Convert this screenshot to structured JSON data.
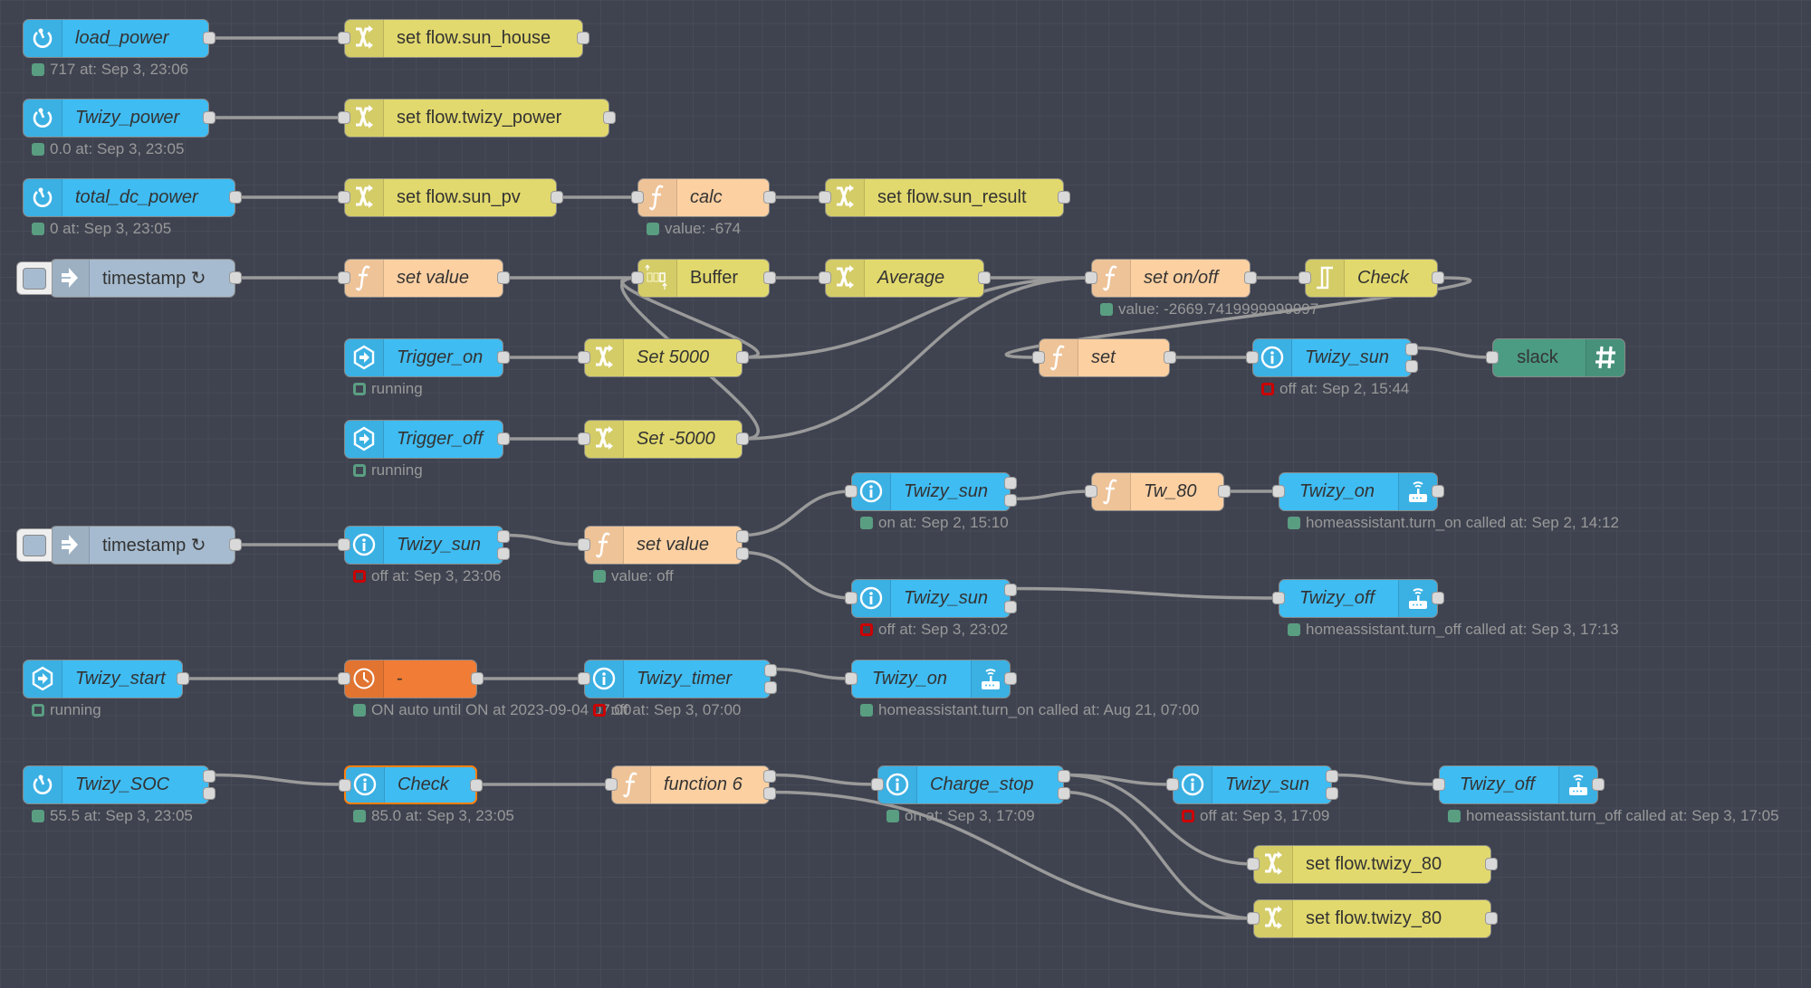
{
  "app": "Node-RED flow editor",
  "colors": {
    "canvas": "#3f4350",
    "sensor": "#3fbcf2",
    "change": "#e2d96e",
    "function": "#fdd0a2",
    "inject": "#a6bbcf",
    "slack": "#4c9b83",
    "timer": "#f07c35",
    "status_green": "#5a9e82",
    "status_red": "#cc0000",
    "selected_border": "#ff7f0e"
  },
  "nodes": {
    "load_power": {
      "label": "load_power",
      "icon": "sensor-icon",
      "status": "717 at: Sep 3, 23:06",
      "status_type": "green-fill"
    },
    "set_sun_house": {
      "label": "set flow.sun_house",
      "icon": "shuffle-icon"
    },
    "twizy_power": {
      "label": "Twizy_power",
      "icon": "sensor-icon",
      "status": "0.0 at: Sep 3, 23:05",
      "status_type": "green-fill"
    },
    "set_twizy_power": {
      "label": "set flow.twizy_power",
      "icon": "shuffle-icon"
    },
    "total_dc_power": {
      "label": "total_dc_power",
      "icon": "sensor-icon",
      "status": "0 at: Sep 3, 23:05",
      "status_type": "green-fill"
    },
    "set_sun_pv": {
      "label": "set flow.sun_pv",
      "icon": "shuffle-icon"
    },
    "calc": {
      "label": "calc",
      "icon": "function-icon",
      "status": "value: -674",
      "status_type": "green-fill"
    },
    "set_sun_result": {
      "label": "set flow.sun_result",
      "icon": "shuffle-icon"
    },
    "timestamp1": {
      "label": "timestamp ↻",
      "icon": "inject-arrow-icon"
    },
    "set_value1": {
      "label": "set value",
      "icon": "function-icon"
    },
    "buffer": {
      "label": "Buffer",
      "icon": "buffer-icon"
    },
    "average": {
      "label": "Average",
      "icon": "shuffle-icon"
    },
    "set_onoff": {
      "label": "set on/off",
      "icon": "function-icon",
      "status": "value: -2669.7419999999997",
      "status_type": "green-fill"
    },
    "check1": {
      "label": "Check",
      "icon": "hysteresis-icon"
    },
    "trigger_on": {
      "label": "Trigger_on",
      "icon": "trigger-icon",
      "status": "running",
      "status_type": "green-ring"
    },
    "set_5000": {
      "label": "Set 5000",
      "icon": "shuffle-icon"
    },
    "set_fn": {
      "label": "set",
      "icon": "function-icon"
    },
    "twizy_sun1": {
      "label": "Twizy_sun",
      "icon": "info-icon",
      "status": "off at: Sep 2, 15:44",
      "status_type": "red-ring"
    },
    "slack": {
      "label": "slack",
      "icon": "hash-icon"
    },
    "trigger_off": {
      "label": "Trigger_off",
      "icon": "trigger-icon",
      "status": "running",
      "status_type": "green-ring"
    },
    "set_neg5000": {
      "label": "Set -5000",
      "icon": "shuffle-icon"
    },
    "twizy_sun2": {
      "label": "Twizy_sun",
      "icon": "info-icon",
      "status": "on at: Sep 2, 15:10",
      "status_type": "green-fill"
    },
    "tw_80": {
      "label": "Tw_80",
      "icon": "function-icon"
    },
    "twizy_on1": {
      "label": "Twizy_on",
      "icon": "router-icon",
      "status": "homeassistant.turn_on called at: Sep 2, 14:12",
      "status_type": "green-fill"
    },
    "timestamp2": {
      "label": "timestamp ↻",
      "icon": "inject-arrow-icon"
    },
    "twizy_sun3": {
      "label": "Twizy_sun",
      "icon": "info-icon",
      "status": "off at: Sep 3, 23:06",
      "status_type": "red-ring"
    },
    "set_value2": {
      "label": "set value",
      "icon": "function-icon",
      "status": "value: off",
      "status_type": "green-fill"
    },
    "twizy_sun4": {
      "label": "Twizy_sun",
      "icon": "info-icon",
      "status": "off at: Sep 3, 23:02",
      "status_type": "red-ring"
    },
    "twizy_off1": {
      "label": "Twizy_off",
      "icon": "router-icon",
      "status": "homeassistant.turn_off called at: Sep 3, 17:13",
      "status_type": "green-fill"
    },
    "twizy_start": {
      "label": "Twizy_start",
      "icon": "trigger-icon",
      "status": "running",
      "status_type": "green-ring"
    },
    "timer": {
      "label": "-",
      "icon": "clock-icon",
      "status": "ON auto until ON at 2023-09-04 07:00",
      "status_type": "green-fill"
    },
    "twizy_timer": {
      "label": "Twizy_timer",
      "icon": "info-icon",
      "status": "off at: Sep 3, 07:00",
      "status_type": "red-ring"
    },
    "twizy_on2": {
      "label": "Twizy_on",
      "icon": "router-icon",
      "status": "homeassistant.turn_on called at: Aug 21, 07:00",
      "status_type": "green-fill"
    },
    "twizy_soc": {
      "label": "Twizy_SOC",
      "icon": "sensor-icon",
      "status": "55.5 at: Sep 3, 23:05",
      "status_type": "green-fill"
    },
    "check2": {
      "label": "Check",
      "icon": "info-icon",
      "status": "85.0 at: Sep 3, 23:05",
      "status_type": "green-fill",
      "selected": true
    },
    "function6": {
      "label": "function 6",
      "icon": "function-icon"
    },
    "charge_stop": {
      "label": "Charge_stop",
      "icon": "info-icon",
      "status": "on at: Sep 3, 17:09",
      "status_type": "green-fill"
    },
    "twizy_sun5": {
      "label": "Twizy_sun",
      "icon": "info-icon",
      "status": "off at: Sep 3, 17:09",
      "status_type": "red-ring"
    },
    "twizy_off2": {
      "label": "Twizy_off",
      "icon": "router-icon",
      "status": "homeassistant.turn_off called at: Sep 3, 17:05",
      "status_type": "green-fill"
    },
    "set_twizy_80a": {
      "label": "set flow.twizy_80",
      "icon": "shuffle-icon"
    },
    "set_twizy_80b": {
      "label": "set flow.twizy_80",
      "icon": "shuffle-icon"
    }
  }
}
